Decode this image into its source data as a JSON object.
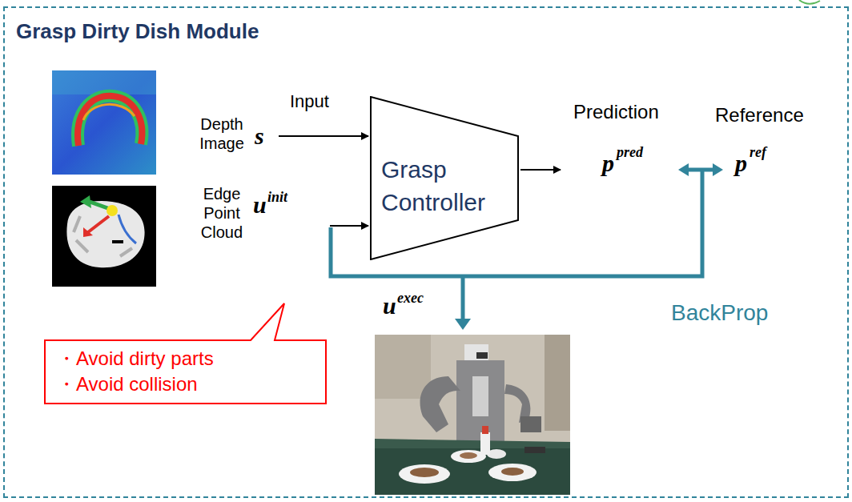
{
  "diagram": {
    "nodes": [
      {
        "text": [
          "Grasp Dirty Dish Module"
        ]
      },
      {
        "text": [
          "Grasp Controller"
        ],
        "in": 0
      },
      {
        "text": [
          "・Avoid dirty parts",
          "・Avoid collision"
        ],
        "in": 0
      }
    ],
    "labels": [
      "Input",
      "Depth Image",
      "s",
      "Edge Point Cloud",
      "u",
      "init",
      "Prediction",
      "Reference",
      "p",
      "pred",
      "p",
      "ref",
      "u",
      "exec",
      "BackProp"
    ]
  }
}
